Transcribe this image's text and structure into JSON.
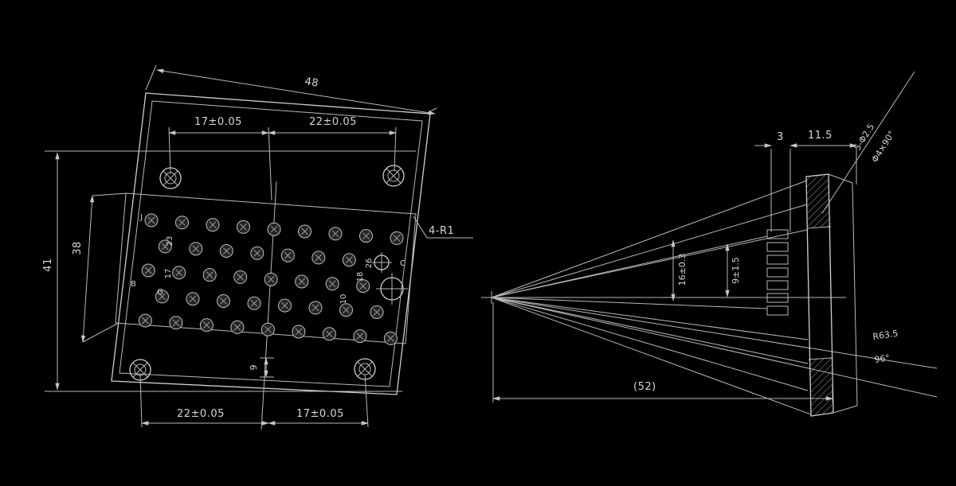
{
  "drawing": {
    "background_color": "#000000",
    "line_color": "#c6c6c6",
    "text_color": "#d6d6d6"
  },
  "front_view": {
    "dim_top_overall": "48",
    "dim_top_left": "17±0.05",
    "dim_top_right": "22±0.05",
    "dim_left_outer": "41",
    "dim_left_inner": "38",
    "dim_bottom_left": "22±0.05",
    "dim_bottom_right": "17±0.05",
    "dim_center_offset": "9",
    "callout_corner_radius": "4-R1",
    "row_labels": [
      "23",
      "17",
      "26",
      "18",
      "10"
    ],
    "hole_letters": [
      "J",
      "B",
      "G",
      "C"
    ]
  },
  "side_view": {
    "dim_tooth_width": "3",
    "dim_top_right": "11.5",
    "dim_overall_ref": "(52)",
    "dim_mid_left": "16±0.3",
    "dim_mid_right": "9±1.5",
    "radius_label": "R63.5",
    "angle_label": "96°",
    "callout_line1": "5-Φ2.5",
    "callout_line2": "Φ4×90°"
  }
}
